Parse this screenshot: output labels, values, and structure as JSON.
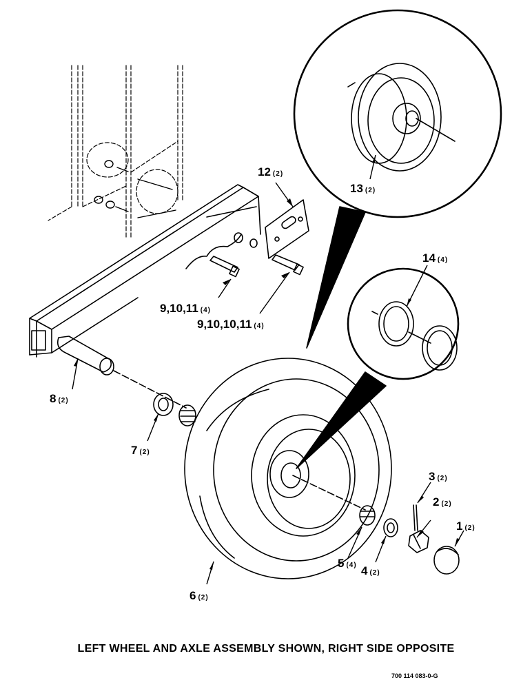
{
  "callouts": [
    {
      "number": "1",
      "qty": "(2)"
    },
    {
      "number": "2",
      "qty": "(2)"
    },
    {
      "number": "3",
      "qty": "(2)"
    },
    {
      "number": "4",
      "qty": "(2)"
    },
    {
      "number": "5",
      "qty": "(4)"
    },
    {
      "number": "6",
      "qty": "(2)"
    },
    {
      "number": "7",
      "qty": "(2)"
    },
    {
      "number": "8",
      "qty": "(2)"
    },
    {
      "number": "9,10,11",
      "qty": "(4)"
    },
    {
      "number": "9,10,10,11",
      "qty": "(4)"
    },
    {
      "number": "12",
      "qty": "(2)"
    },
    {
      "number": "13",
      "qty": "(2)"
    },
    {
      "number": "14",
      "qty": "(4)"
    }
  ],
  "caption": "LEFT WHEEL AND AXLE ASSEMBLY SHOWN, RIGHT SIDE OPPOSITE",
  "figure_code": "700 114 083-0-G"
}
